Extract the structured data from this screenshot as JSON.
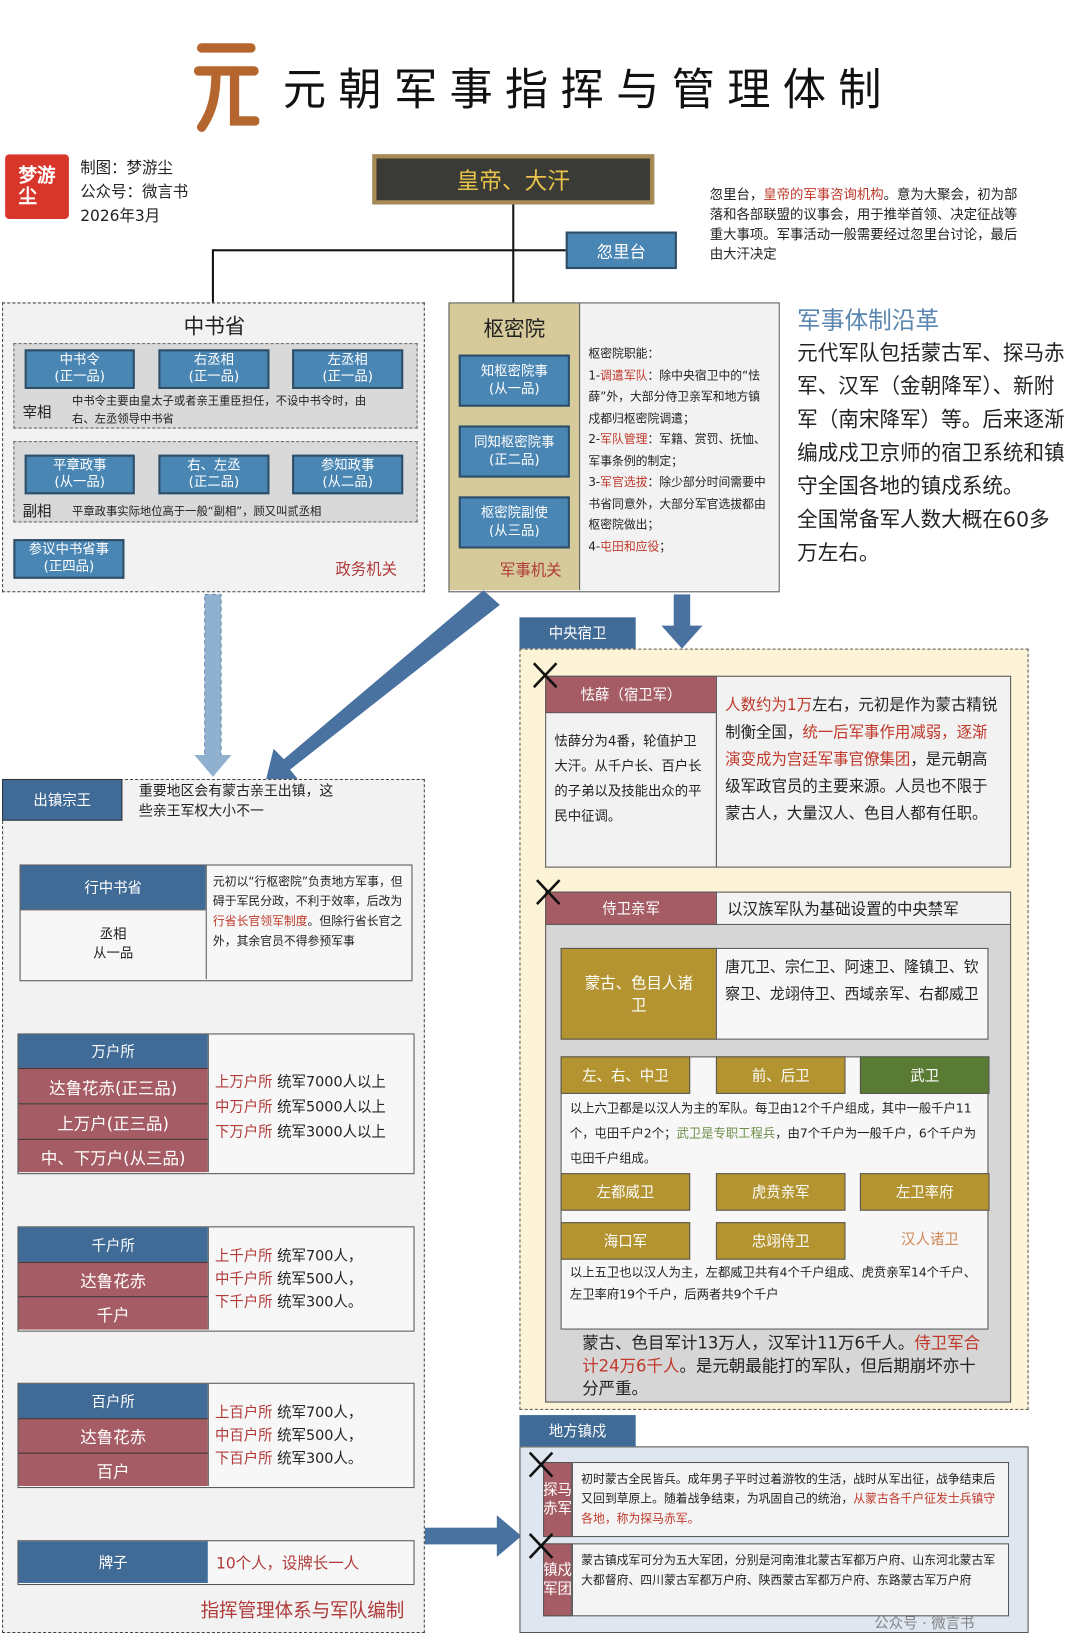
{
  "header": {
    "title": "元朝军事指挥与管理体制",
    "logo_glyph": "元",
    "seal_text": "梦游尘",
    "credits": [
      "制图：梦游尘",
      "公众号：微言书",
      "2026年3月"
    ]
  },
  "top": {
    "emperor": "皇帝、大汗",
    "kurultai": "忽里台",
    "kurultai_desc": [
      {
        "t": "忽里台，"
      },
      {
        "t": "皇帝的军事咨询机构",
        "c": "red"
      },
      {
        "t": "。意为大聚会，初为部落和各部联盟的议事会，用于推举首领、决定征战等重大事项。军事活动一般需要经过忽里台讨论，最后由大汗决定"
      }
    ]
  },
  "zhongshu": {
    "title": "中书省",
    "group1": {
      "boxes": [
        [
          "中书令",
          "(正一品)"
        ],
        [
          "右丞相",
          "(正一品)"
        ],
        [
          "左丞相",
          "(正一品)"
        ]
      ],
      "label": "宰相",
      "note": "中书令主要由皇太子或者亲王重臣担任，不设中书令时，由右、左丞领导中书省"
    },
    "group2": {
      "boxes": [
        [
          "平章政事",
          "(从一品)"
        ],
        [
          "右、左丞",
          "(正二品)"
        ],
        [
          "参知政事",
          "(从二品)"
        ]
      ],
      "label": "副相",
      "note": "平章政事实际地位高于一般“副相”，顾又叫贰丞相"
    },
    "extra": [
      "参议中书省事",
      "(正四品)"
    ],
    "tag": "政务机关"
  },
  "shumi": {
    "title": "枢密院",
    "boxes": [
      [
        "知枢密院事",
        "(从一品)"
      ],
      [
        "同知枢密院事",
        "(正二品)"
      ],
      [
        "枢密院副使",
        "(从三品)"
      ]
    ],
    "tag": "军事机关",
    "func_title": "枢密院职能：",
    "funcs": [
      [
        {
          "t": "1-"
        },
        {
          "t": "调遣军队",
          "c": "red"
        },
        {
          "t": "：除中央宿卫中的“怯薛”外，大部分侍卫亲军和地方镇戍都归枢密院调遣；"
        }
      ],
      [
        {
          "t": "2-"
        },
        {
          "t": "军队管理",
          "c": "red"
        },
        {
          "t": "：军籍、赏罚、抚恤、军事条例的制定；"
        }
      ],
      [
        {
          "t": "3-"
        },
        {
          "t": "军官选拔",
          "c": "red"
        },
        {
          "t": "：除少部分时间需要中书省同意外，大部分军官选拔都由枢密院做出；"
        }
      ],
      [
        {
          "t": "4-"
        },
        {
          "t": "屯田和应役",
          "c": "red"
        },
        {
          "t": "；"
        }
      ]
    ]
  },
  "history": {
    "title": "军事体制沿革",
    "paras": [
      "元代军队包括蒙古军、探马赤军、汉军（金朝降军）、新附军（南宋降军）等。后来逐渐编成戍卫京师的宿卫系统和镇守全国各地的镇戍系统。",
      "全国常备军人数大概在60多万左右。"
    ]
  },
  "central": {
    "tab": "中央宿卫",
    "keshig": {
      "title": "怯薛（宿卫军）",
      "left": "怯薛分为4番，轮值护卫大汗。从千户长、百户长的子弟以及技能出众的平民中征调。",
      "right": [
        {
          "t": "人数约为1万",
          "c": "red"
        },
        {
          "t": "左右，元初是作为蒙古精锐制衡全国，"
        },
        {
          "t": "统一后军事作用减弱，逐渐演变成为宫廷军事官僚集团",
          "c": "red"
        },
        {
          "t": "，是元朝高级军政官员的主要来源。人员也不限于蒙古人，大量汉人、色目人都有任职。"
        }
      ]
    },
    "guard": {
      "title": "侍卫亲军",
      "desc": "以汉族军队为基础设置的中央禁军",
      "mongol_label": "蒙古、色目人诸卫",
      "mongol_list": "唐兀卫、宗仁卫、阿速卫、隆镇卫、钦察卫、龙翊侍卫、西域亲军、右都威卫",
      "row1": [
        "左、右、中卫",
        "前、后卫",
        "武卫"
      ],
      "text1": [
        {
          "t": "以上六卫都是以汉人为主的军队。每卫由12个千户组成，其中一般千户11个，屯田千户2个；"
        },
        {
          "t": "武卫是专职工程兵",
          "c": "grn"
        },
        {
          "t": "，由7个千户为一般千户，6个千户为屯田千户组成。"
        }
      ],
      "row2": [
        "左都威卫",
        "虎贲亲军",
        "左卫率府"
      ],
      "row3": [
        "海口军",
        "忠翊侍卫"
      ],
      "han_label": "汉人诸卫",
      "text2": "以上五卫也以汉人为主，左都威卫共有4个千户组成、虎贲亲军14个千户、左卫率府19个千户，后两者共9个千户",
      "summary": [
        {
          "t": "蒙古、色目军计13万人，汉军计11万6千人。"
        },
        {
          "t": "侍卫军合计24万6千人",
          "c": "red"
        },
        {
          "t": "。是元朝最能打的军队，但后期崩坏亦十分严重。"
        }
      ]
    }
  },
  "local": {
    "tab": "地方镇戍",
    "tamma": {
      "label": "探马赤军",
      "text": [
        {
          "t": "初时蒙古全民皆兵。成年男子平时过着游牧的生活，战时从军出征，战争结束后又回到草原上。随着战争结束，为巩固自己的统治，"
        },
        {
          "t": "从蒙古各千户征发士兵镇守各地，称为探马赤军。",
          "c": "red"
        }
      ]
    },
    "corps": {
      "label": "镇戍军团",
      "text": "蒙古镇戍军可分为五大军团，分别是河南淮北蒙古军都万户府、山东河北蒙古军大都督府、四川蒙古军都万户府、陕西蒙古军都万户府、东路蒙古军万户府"
    }
  },
  "princes": {
    "tab": "出镇宗王",
    "desc": "重要地区会有蒙古亲王出镇，这些亲王军权大小不一",
    "xing": {
      "title": "行中书省",
      "body": [
        "丞相",
        "从一品"
      ],
      "desc": [
        {
          "t": "元初以“行枢密院”负责地方军事，但碍于军民分政，不利于效率，后改为"
        },
        {
          "t": "行省长官领军制度",
          "c": "red"
        },
        {
          "t": "。但除行省长官之外，其余官员不得参预军事"
        }
      ]
    },
    "wanhu": {
      "title": "万户所",
      "rows": [
        "达鲁花赤(正三品)",
        "上万户(正三品)",
        "中、下万户(从三品)"
      ],
      "lines": [
        [
          "上万户所",
          "统军7000人以上"
        ],
        [
          "中万户所",
          "统军5000人以上"
        ],
        [
          "下万户所",
          "统军3000人以上"
        ]
      ]
    },
    "qianhu": {
      "title": "千户所",
      "rows": [
        "达鲁花赤",
        "千户"
      ],
      "lines": [
        [
          "上千户所",
          "统军700人，"
        ],
        [
          "中千户所",
          "统军500人，"
        ],
        [
          "下千户所",
          "统军300人。"
        ]
      ]
    },
    "baihu": {
      "title": "百户所",
      "rows": [
        "达鲁花赤",
        "百户"
      ],
      "lines": [
        [
          "上百户所",
          "统军700人，"
        ],
        [
          "中百户所",
          "统军500人，"
        ],
        [
          "下百户所",
          "统军300人。"
        ]
      ]
    },
    "paizi": {
      "title": "牌子",
      "desc": "10个人，设牌长一人"
    },
    "tag": "指挥管理体系与军队编制"
  },
  "watermark": "公众号 · 微言书",
  "colors": {
    "blue": "#4a86b4",
    "navy": "#406b97",
    "rose": "#a65c64",
    "gold": "#b39430",
    "green": "#5a7b34",
    "red": "#c0392b",
    "logo": "#b5662e"
  }
}
